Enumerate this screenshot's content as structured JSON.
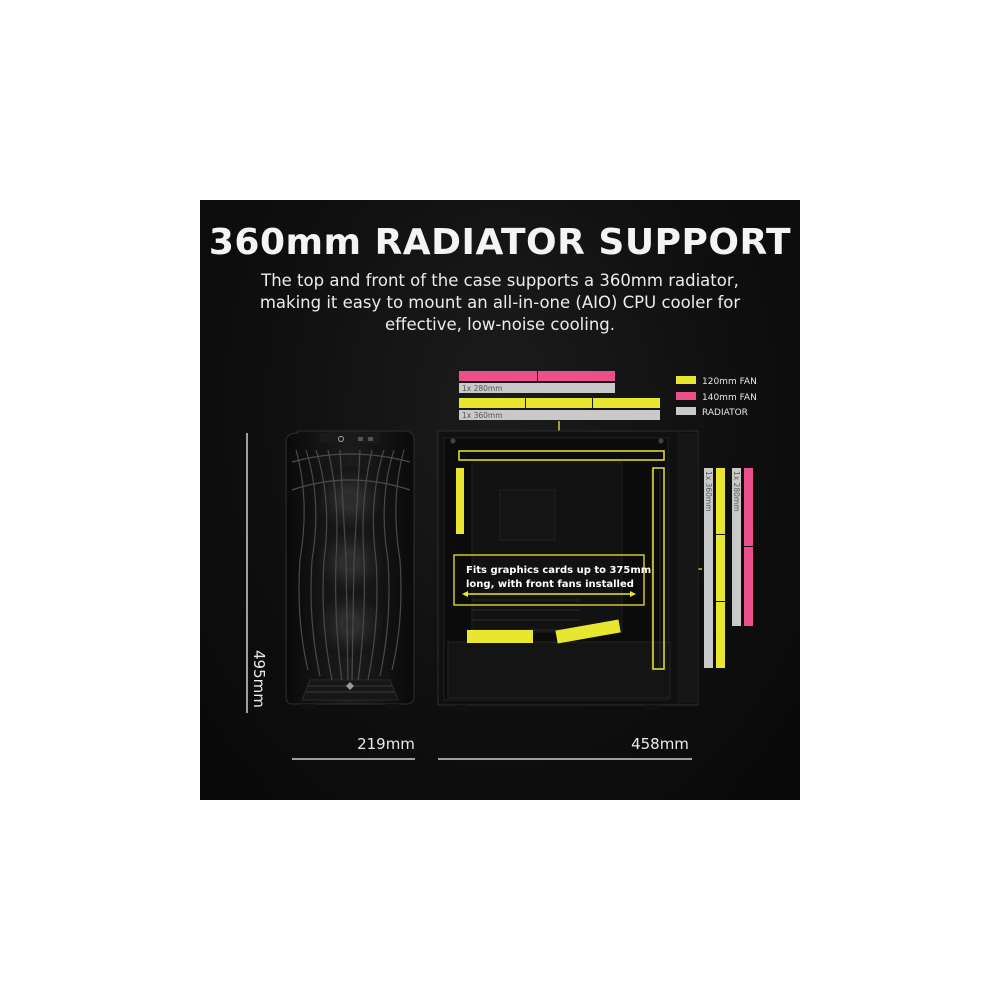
{
  "title": "360mm RADIATOR SUPPORT",
  "description": [
    "The top and front of the case supports a 360mm radiator,",
    "making it easy to mount an all-in-one (AIO) CPU cooler for",
    "effective, low-noise cooling."
  ],
  "legend": [
    {
      "label": "120mm FAN",
      "color": "#e8e62f"
    },
    {
      "label": "140mm FAN",
      "color": "#ec4f8a"
    },
    {
      "label": "RADIATOR",
      "color": "#c9c9c9"
    }
  ],
  "top_mount": {
    "radiator_280_label": "1x 280mm",
    "radiator_360_label": "1x 360mm"
  },
  "front_mount": {
    "radiator_360_label": "1x 360mm",
    "radiator_280_label": "1x 280mm"
  },
  "gpu_callout": [
    "Fits graphics cards up to 375mm",
    "long, with front fans installed"
  ],
  "dimensions": {
    "height": "495mm",
    "width": "219mm",
    "depth": "458mm"
  },
  "colors": {
    "fan120": "#e8e62f",
    "fan140": "#ec4f8a",
    "radiator": "#c9c9c9",
    "panel": "#0d0d0d"
  }
}
